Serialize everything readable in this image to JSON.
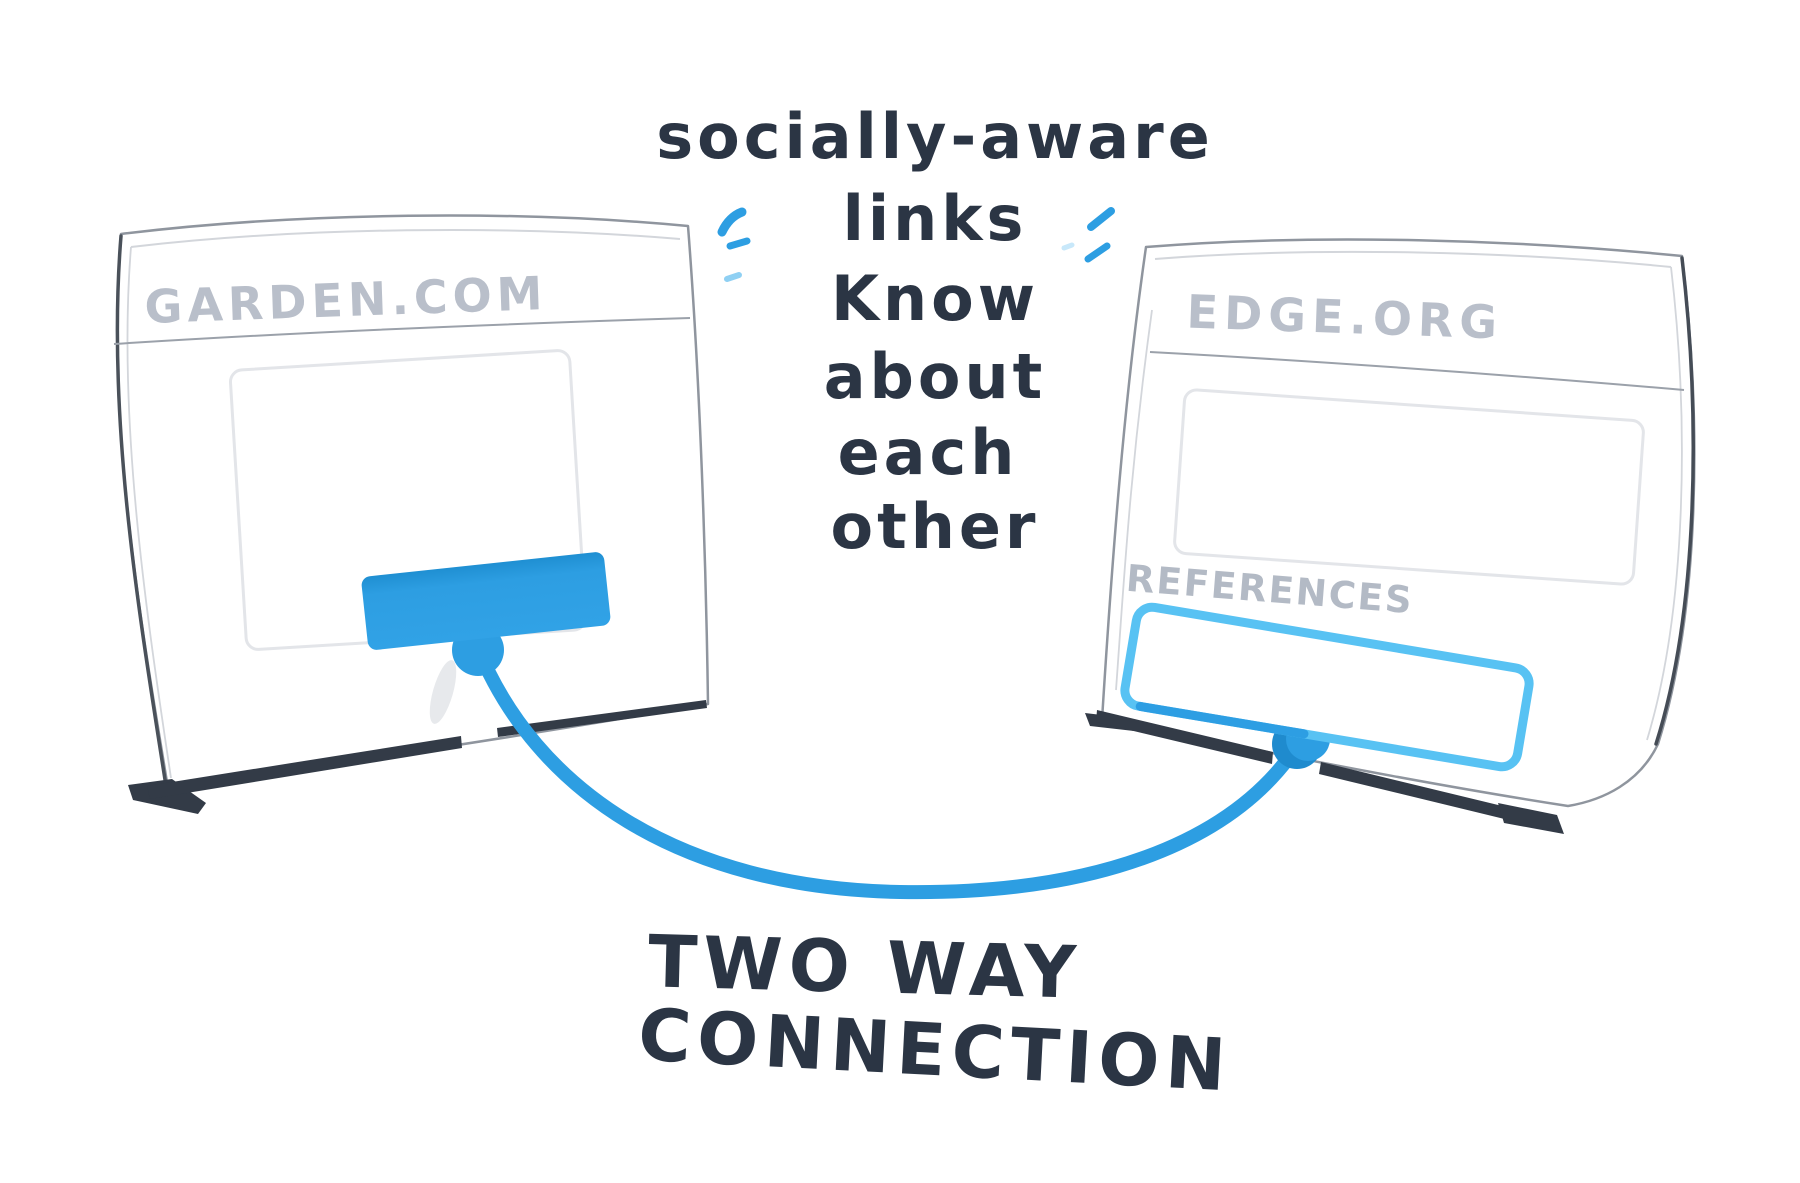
{
  "headline": {
    "lines": [
      "socially-aware",
      "links",
      "Know",
      "about",
      "each",
      "other"
    ]
  },
  "left_window": {
    "title": "GARDEN.COM"
  },
  "right_window": {
    "title": "EDGE.ORG",
    "section_label": "REFERENCES"
  },
  "caption": {
    "lines": [
      "TWO WAY",
      "CONNECTION"
    ]
  },
  "icons": {
    "left_sparkles": "emphasis-dashes-icon",
    "right_sparkles": "emphasis-dashes-icon"
  },
  "colors": {
    "primary_blue": "#2d9ee2",
    "light_blue": "#58c2f3",
    "pale_blue": "#8fd0f3",
    "ink_dark": "#2b3544",
    "base_dark": "#333b47",
    "site_title_gray": "#b9bfca",
    "references_gray": "#b3bac5",
    "outline_gray": "#8f959e",
    "inner_line_gray": "#e3e5e9"
  }
}
